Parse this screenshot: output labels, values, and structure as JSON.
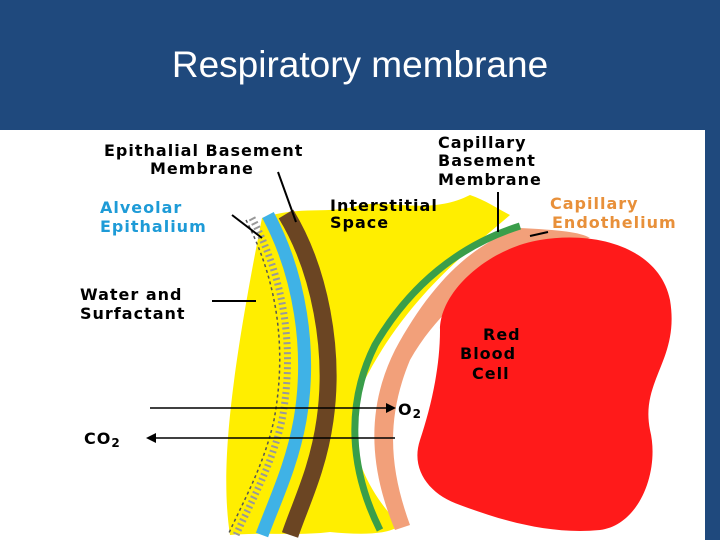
{
  "slide": {
    "title": "Respiratory membrane"
  },
  "diagram": {
    "labels": {
      "epithelial_basement_line1": "Epithalial  Basement",
      "epithelial_basement_line2": "Membrane",
      "alveolar_line1": "Alveolar",
      "alveolar_line2": "Epithalium",
      "water_line1": "Water and",
      "water_line2": "Surfactant",
      "interstitial_line1": "Interstitial",
      "interstitial_line2": "Space",
      "capillary_basement_line1": "Capillary",
      "capillary_basement_line2": "Basement",
      "capillary_basement_line3": "Membrane",
      "capillary_endo_line1": "Capillary",
      "capillary_endo_line2": "Endothelium",
      "rbc_line1": "Red",
      "rbc_line2": "Blood",
      "rbc_line3": "Cell",
      "o2": "O",
      "o2_sub": "2",
      "co2": "CO",
      "co2_sub": "2"
    },
    "colors": {
      "header": "#1f497d",
      "interstitial": "#ffee00",
      "alveolar_epithelium": "#3fb2e6",
      "epithelial_basement": "#6b4523",
      "capillary_basement": "#3a9e4a",
      "capillary_endothelium": "#f2a07a",
      "red_blood_cell": "#ff1a1a",
      "alveolar_label": "#1e9bd7",
      "endothelium_label": "#e8903a"
    }
  }
}
